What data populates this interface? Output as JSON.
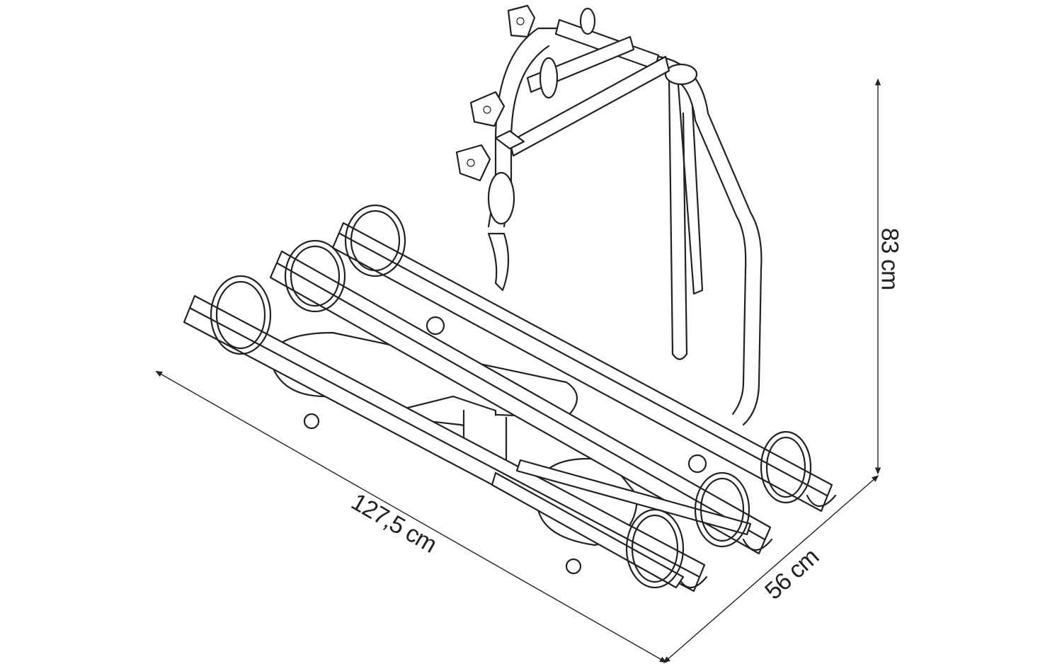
{
  "diagram": {
    "subject": "bike-rack",
    "dimensions": {
      "height": "83 cm",
      "length": "127,5 cm",
      "depth": "56 cm"
    }
  }
}
